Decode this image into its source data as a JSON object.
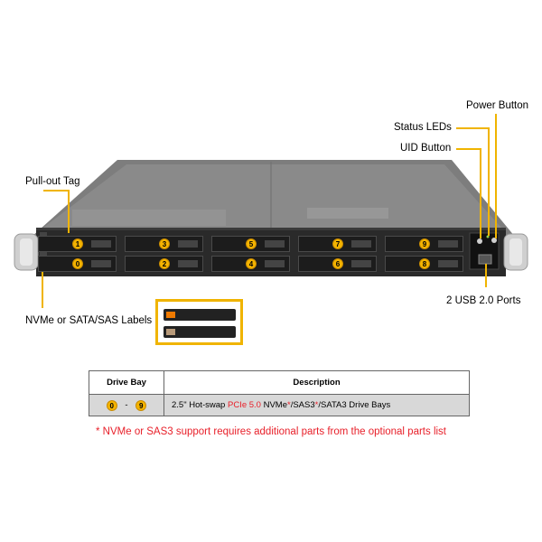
{
  "callouts": {
    "power_button": "Power Button",
    "status_leds": "Status LEDs",
    "uid_button": "UID Button",
    "pull_out_tag": "Pull-out Tag",
    "usb_ports": "2 USB 2.0 Ports",
    "nvme_labels": "NVMe or SATA/SAS Labels"
  },
  "bays": {
    "top_row": [
      "1",
      "3",
      "5",
      "7",
      "9"
    ],
    "bottom_row": [
      "0",
      "2",
      "4",
      "6",
      "8"
    ]
  },
  "table": {
    "header_bay": "Drive Bay",
    "header_desc": "Description",
    "range_start": "0",
    "range_sep": "-",
    "range_end": "9",
    "desc_prefix": "2.5\" Hot-swap ",
    "desc_pcie": "PCIe 5.0",
    "desc_nvme": " NVMe",
    "desc_star1": "*",
    "desc_sas": "/SAS3",
    "desc_star2": "*",
    "desc_suffix": "/SATA3 Drive Bays"
  },
  "footnote": "* NVMe or SAS3 support requires additional parts from the optional parts list",
  "colors": {
    "accent": "#f0b400",
    "note_red": "#e8202a"
  }
}
